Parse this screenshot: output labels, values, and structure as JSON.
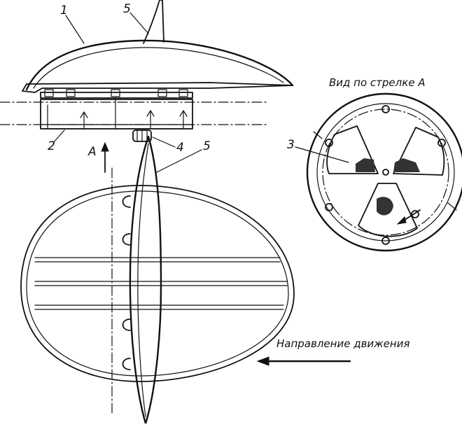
{
  "labels": {
    "part1": "1",
    "part2": "2",
    "part3": "3",
    "part4": "4",
    "part5_top": "5",
    "part5_mid": "5",
    "arrow_a": "A"
  },
  "captions": {
    "view_arrow_a": "Вид по стрелке A",
    "direction_of_motion": "Направление движения"
  }
}
